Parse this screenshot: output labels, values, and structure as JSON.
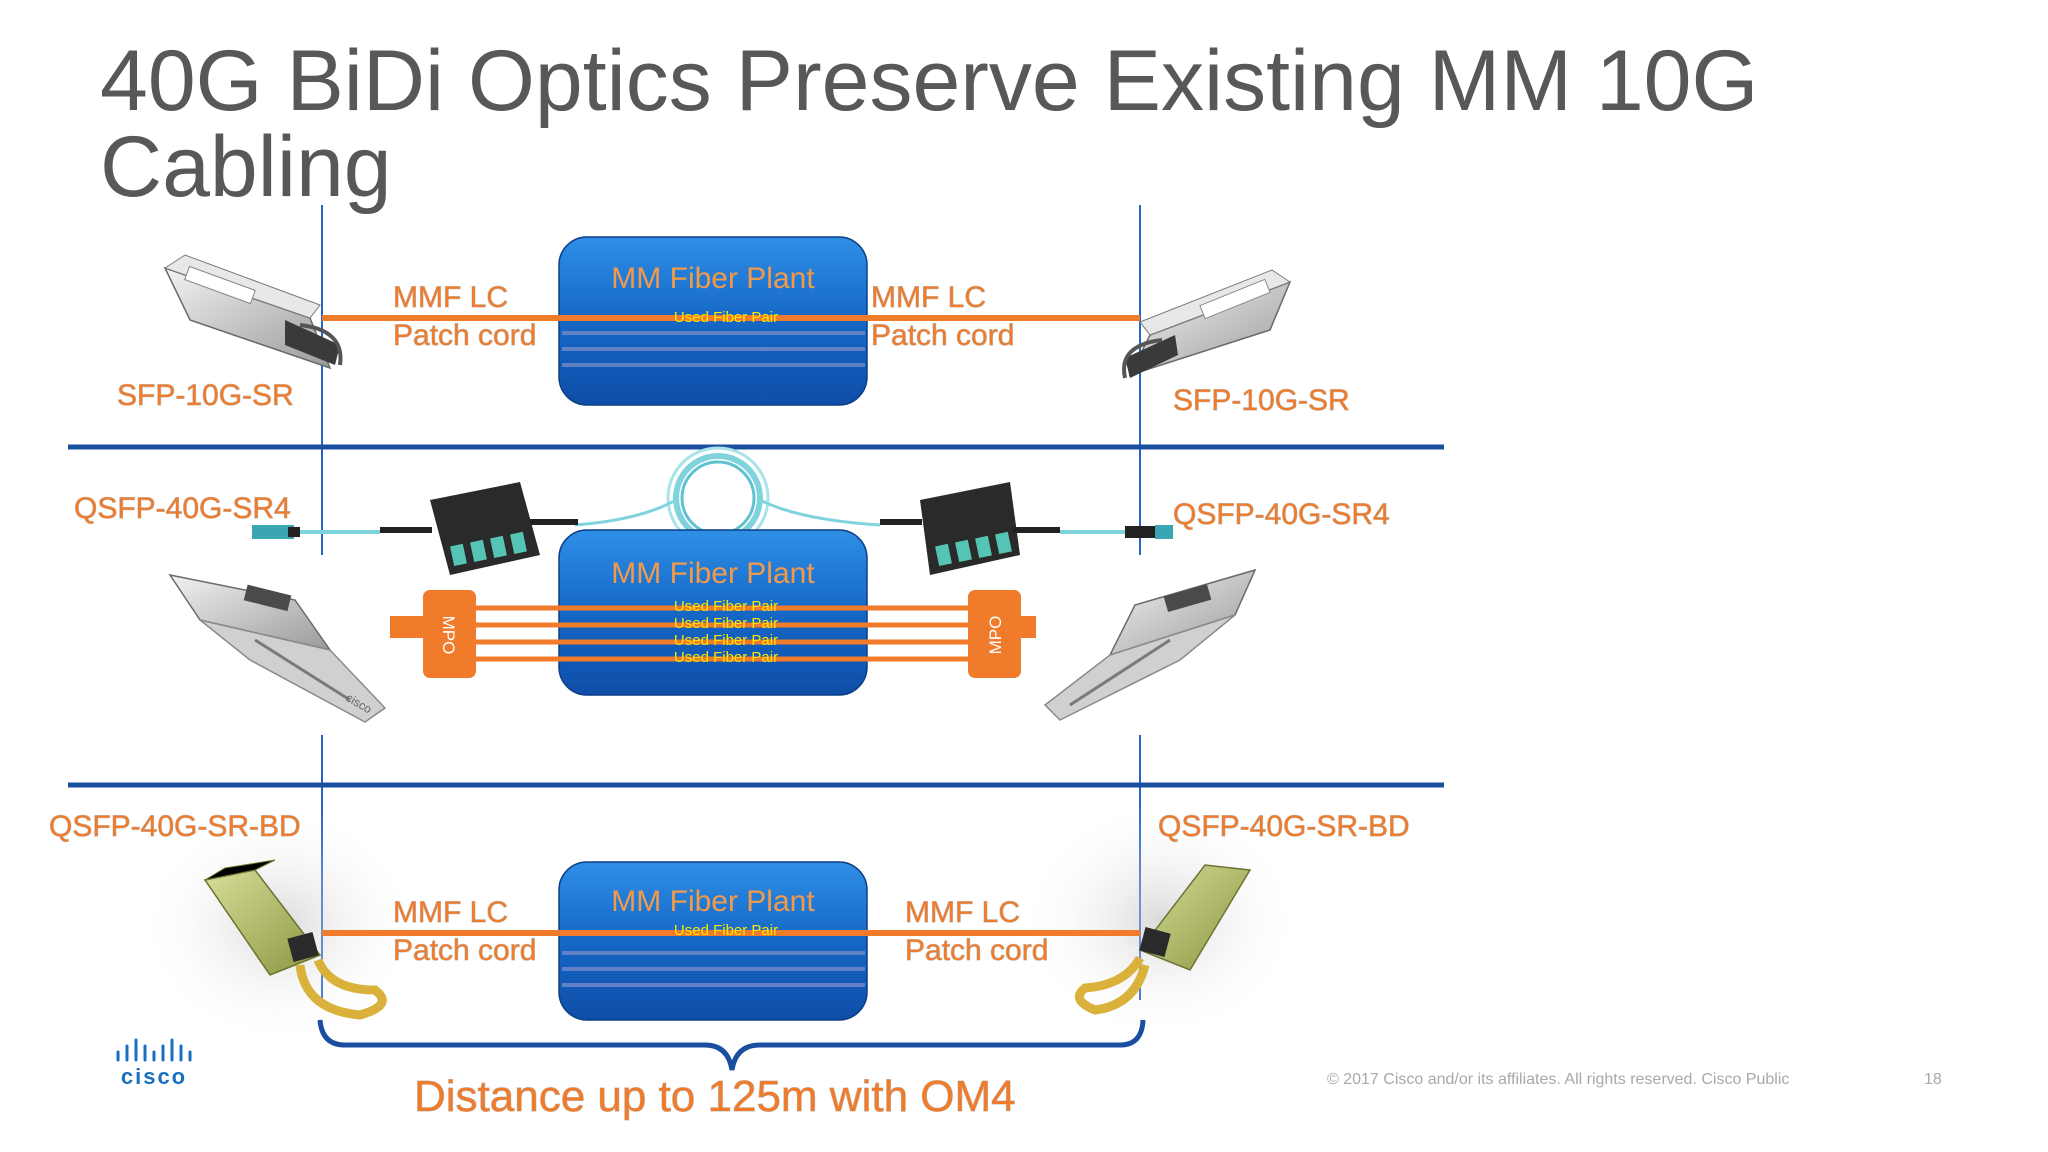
{
  "slide": {
    "title_line1": "40G BiDi Optics Preserve Existing MM 10G",
    "title_line2": "Cabling",
    "footer_copyright": "© 2017  Cisco and/or its affiliates. All rights reserved.   Cisco Public",
    "page_number": "18",
    "logo_text": "cisco",
    "distance_note": "Distance up to 125m with OM4"
  },
  "rows": [
    {
      "left_module": "SFP-10G-SR",
      "right_module": "SFP-10G-SR",
      "plant_label": "MM Fiber Plant",
      "fiber_pairs": [
        "Used Fiber Pair"
      ],
      "left_patch_line1": "MMF LC",
      "left_patch_line2": "Patch cord",
      "right_patch_line1": "MMF LC",
      "right_patch_line2": "Patch cord"
    },
    {
      "left_module": "QSFP-40G-SR4",
      "right_module": "QSFP-40G-SR4",
      "plant_label": "MM Fiber Plant",
      "fiber_pairs": [
        "Used Fiber Pair",
        "Used Fiber Pair",
        "Used Fiber Pair",
        "Used Fiber Pair"
      ],
      "left_connector": "MPO",
      "right_connector": "MPO",
      "logo_text": "cisco"
    },
    {
      "left_module": "QSFP-40G-SR-BD",
      "right_module": "QSFP-40G-SR-BD",
      "plant_label": "MM Fiber Plant",
      "fiber_pairs": [
        "Used Fiber Pair"
      ],
      "left_patch_line1": "MMF LC",
      "left_patch_line2": "Patch cord",
      "right_patch_line1": "MMF LC",
      "right_patch_line2": "Patch cord"
    }
  ],
  "colors": {
    "title": "#58585a",
    "accent_orange": "#f07b2a",
    "fiber_plant_blue": "#1565c0",
    "divider_blue": "#1a4e9e",
    "pair_text": "#ffe600",
    "footer_gray": "#a8a8a8"
  }
}
